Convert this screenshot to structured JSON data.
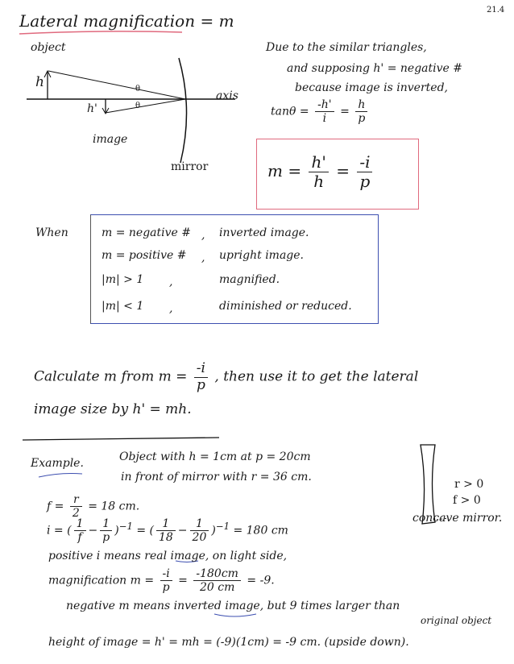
{
  "page_number": "21.4",
  "title": "Lateral magnification = m",
  "diagram": {
    "object_label": "object",
    "h_label": "h",
    "h_prime_label": "h'",
    "theta_label": "θ",
    "axis_label": "axis",
    "image_label": "image",
    "mirror_label": "mirror"
  },
  "explanation": {
    "line1": "Due to the similar triangles,",
    "line2": "and supposing h' = negative #",
    "line3": "because image is inverted,",
    "tan_lhs": "tanθ =",
    "tan_f1_num": "-h'",
    "tan_f1_den": "i",
    "eq": "=",
    "tan_f2_num": "h",
    "tan_f2_den": "p"
  },
  "boxed_formula": {
    "lhs": "m =",
    "f1_num": "h'",
    "f1_den": "h",
    "eq": "=",
    "f2_num": "-i",
    "f2_den": "p"
  },
  "when_label": "When",
  "cases": [
    {
      "condition": "m = negative #",
      "sep": ",",
      "meaning": "inverted image."
    },
    {
      "condition": "m = positive #",
      "sep": ",",
      "meaning": "upright image."
    },
    {
      "condition": "|m| > 1",
      "sep": ",",
      "meaning": "magnified."
    },
    {
      "condition": "|m| < 1",
      "sep": ",",
      "meaning": "diminished or reduced."
    }
  ],
  "calculate": {
    "part1": "Calculate m from m =",
    "num": "-i",
    "den": "p",
    "part2": ", then use it to get the lateral",
    "line2": "image size by h' = mh."
  },
  "example": {
    "label": "Example.",
    "line1": "Object with h = 1cm at p = 20cm",
    "line2": "in front of mirror with r = 36 cm.",
    "f_lhs": "f =",
    "f_num": "r",
    "f_den": "2",
    "f_rhs": "= 18 cm.",
    "i_lhs": "i =",
    "i_a_num": "1",
    "i_a_den": "f",
    "i_b_num": "1",
    "i_b_den": "p",
    "i_c_num": "1",
    "i_c_den": "18",
    "i_d_num": "1",
    "i_d_den": "20",
    "i_rhs": "= 180 cm",
    "positive_line": "positive i means real image, on light side,",
    "mag_lhs": "magnification m =",
    "mag_f1_num": "-i",
    "mag_f1_den": "p",
    "mag_f2_num": "-180cm",
    "mag_f2_den": "20 cm",
    "mag_rhs": "= -9.",
    "negative_line": "negative m means inverted image, but 9 times larger than",
    "original_object": "original object",
    "height_line": "height of image = h' = mh = (-9)(1cm) = -9 cm. (upside down).",
    "r_cond": "r > 0",
    "f_cond": "f > 0",
    "concave_label": "concave mirror."
  },
  "colors": {
    "pink": "#e06a7e",
    "blue": "#3d4fb0",
    "ink": "#1a1a1a"
  }
}
